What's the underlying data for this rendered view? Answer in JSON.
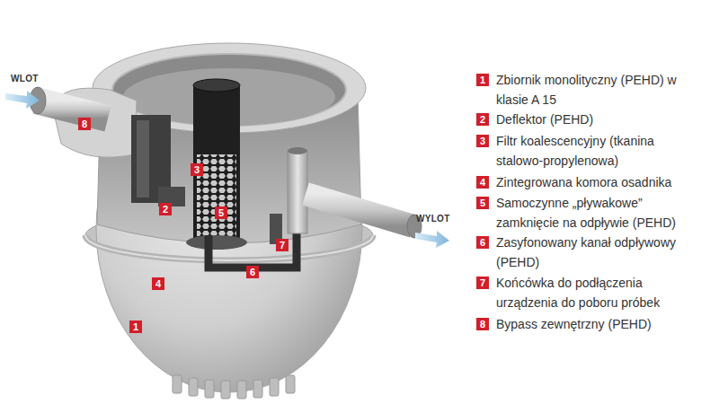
{
  "diagram": {
    "labels": [
      "WLOT",
      "8",
      "3",
      "2",
      "5",
      "7",
      "6",
      "4",
      "1",
      "WYLOT",
      "1",
      "Zbiornik monolityczny (PEHD) w klasie A 15",
      "2",
      "Deflektor (PEHD)",
      "3",
      "Filtr koalescencyjny (tkanina stalowo-propylenowa)",
      "4",
      "Zintegrowana komora osadnika",
      "5",
      "Samoczynne „pływakowe” zamknięcie na odpływie (PEHD)",
      "6",
      "Zasyfonowany kanał odpływowy (PEHD)",
      "7",
      "Końcówka do podłączenia urządzenia do poboru próbek",
      "8",
      "Bypass zewnętrzny (PEHD)"
    ]
  }
}
